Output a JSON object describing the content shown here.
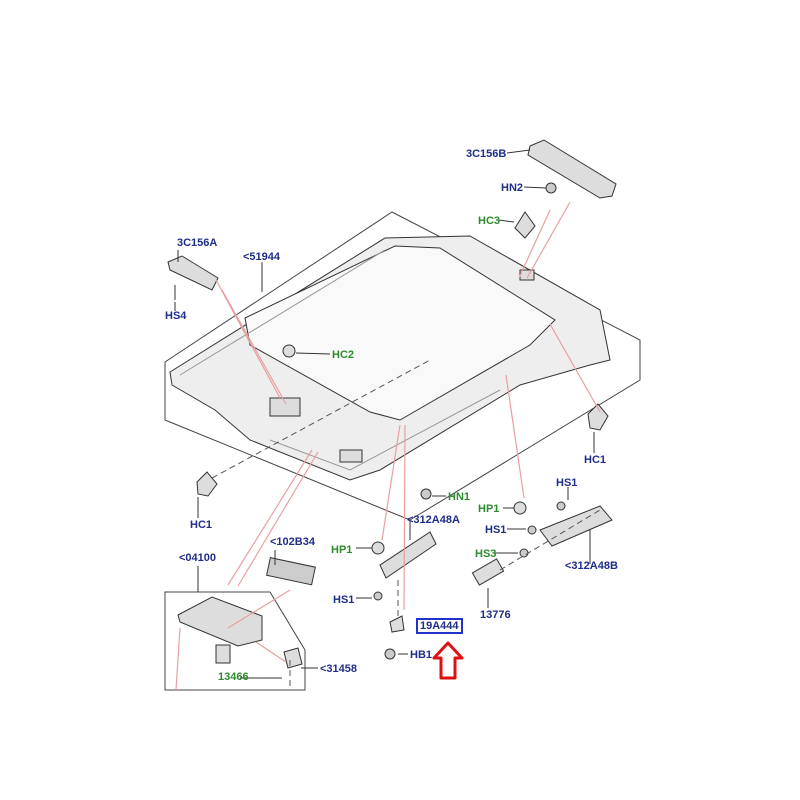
{
  "colors": {
    "part_number": "#1f2d8a",
    "fastener": "#2e8b2e",
    "callout_line": "#e8a0a0",
    "outline": "#333333",
    "highlight_box": "#2233cc",
    "arrow": "#dd1111"
  },
  "labels": {
    "p3c156b": "3C156B",
    "hn2": "HN2",
    "hc3": "HC3",
    "p3c156a": "3C156A",
    "p51944": "<51944",
    "hs4": "HS4",
    "hc2": "HC2",
    "hc1_right": "HC1",
    "hc1_left": "HC1",
    "hn1": "HN1",
    "p312a48a": "<312A48A",
    "hs1_top": "HS1",
    "hp1_right": "HP1",
    "hs1_mid": "HS1",
    "hs3": "HS3",
    "p312a48b": "<312A48B",
    "p13776": "13776",
    "hp1_left": "HP1",
    "p04100": "<04100",
    "p102b34": "<102B34",
    "hs1_left": "HS1",
    "p19a444": "19A444",
    "hb1": "HB1",
    "p31458": "<31458",
    "p13466": "13466"
  },
  "indicator": {
    "icon": "up-arrow-icon",
    "target": "19A444"
  }
}
